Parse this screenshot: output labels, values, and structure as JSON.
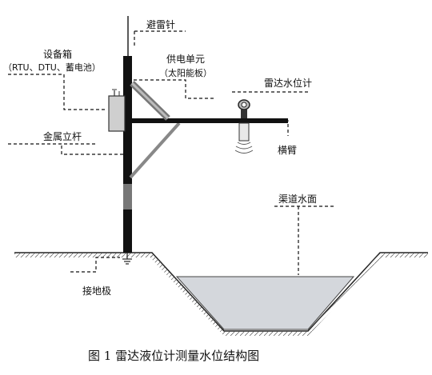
{
  "labels": {
    "lightning_rod": "避雷针",
    "equipment_box": "设备箱",
    "equipment_box_detail": "（RTU、DTU、蓄电池）",
    "power_unit": "供电单元",
    "power_unit_detail": "（太阳能板）",
    "radar_gauge": "雷达水位计",
    "metal_pole": "金属立杆",
    "cross_arm": "横臂",
    "channel_surface": "渠道水面",
    "ground_electrode": "接地极"
  },
  "caption": "图 1  雷达液位计测量水位结构图"
}
